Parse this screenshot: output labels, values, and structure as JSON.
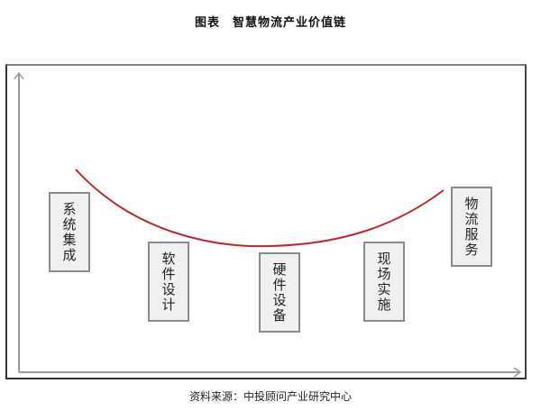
{
  "title": {
    "prefix": "图表",
    "text": "智慧物流产业价值链"
  },
  "diagram": {
    "type": "smile-curve value chain",
    "curve_color": "#c0272d",
    "axis_color": "#999999",
    "stages": [
      {
        "label": "系统集成",
        "position": "high-left"
      },
      {
        "label": "软件设计",
        "position": "mid-left"
      },
      {
        "label": "硬件设备",
        "position": "bottom"
      },
      {
        "label": "现场实施",
        "position": "mid-right"
      },
      {
        "label": "物流服务",
        "position": "high-right"
      }
    ]
  },
  "source": "资料来源：中投顾问产业研究中心"
}
